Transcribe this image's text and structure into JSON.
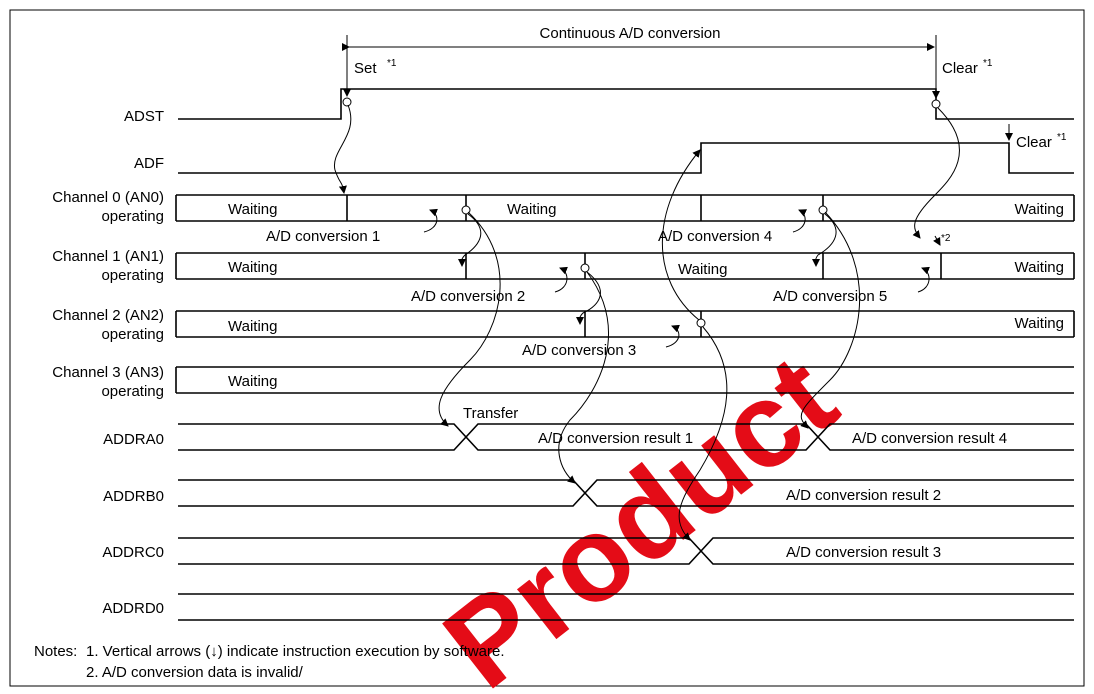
{
  "title": "Continuous A/D conversion",
  "set_label": "Set",
  "clear_label": "Clear",
  "footnote_mark_1": "*1",
  "footnote_mark_2": "*2",
  "signals": {
    "adst": "ADST",
    "adf": "ADF",
    "ch0": [
      "Channel 0 (AN0)",
      "operating"
    ],
    "ch1": [
      "Channel 1 (AN1)",
      "operating"
    ],
    "ch2": [
      "Channel 2 (AN2)",
      "operating"
    ],
    "ch3": [
      "Channel 3 (AN3)",
      "operating"
    ],
    "addra0": "ADDRA0",
    "addrb0": "ADDRB0",
    "addrc0": "ADDRC0",
    "addrd0": "ADDRD0"
  },
  "waiting": "Waiting",
  "conversions": {
    "c1": "A/D conversion 1",
    "c2": "A/D conversion 2",
    "c3": "A/D conversion 3",
    "c4": "A/D conversion 4",
    "c5": "A/D conversion 5"
  },
  "transfer": "Transfer",
  "results": {
    "r1": "A/D conversion result 1",
    "r2": "A/D conversion result 2",
    "r3": "A/D conversion result 3",
    "r4": "A/D conversion result 4"
  },
  "notes": {
    "lead": "Notes:",
    "n1": "1. Vertical arrows (↓) indicate instruction execution by software.",
    "n2": "2. A/D conversion data is invalid/"
  },
  "watermark": "Product",
  "colors": {
    "line": "#000000",
    "watermark": "#e3000b"
  }
}
